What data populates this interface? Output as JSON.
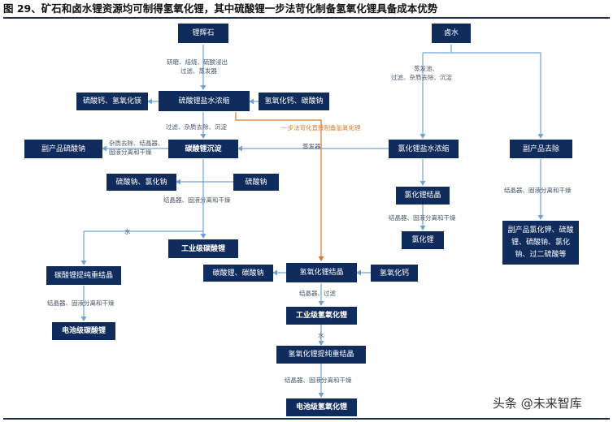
{
  "title": "图 29、矿石和卤水锂资源均可制得氢氧化锂，其中硫酸锂一步法苛化制备氢氧化锂具备成本优势",
  "nodes": {
    "spodumene": "锂辉石",
    "brine": "卤水",
    "li_sulfate_conc": "硫酸锂盐水浓缩",
    "caso4_mgoh": "硫酸钙、氢氧化镁",
    "caoh_na2co3": "氢氧化钙、碳酸钠",
    "byproduct_na2so4": "副产品硫酸钠",
    "li2co3_precip": "碳酸锂沉淀",
    "licl_conc": "氯化锂盐水浓缩",
    "byproduct_removal": "副产品去除",
    "na2so4_nacl": "硫酸钠、氯化钠",
    "na2so4": "硫酸钠",
    "licl_cryst": "氯化锂结晶",
    "licl": "氯化锂",
    "byproducts_list": "副产品氯化钾、硫酸锂、硫酸钠、氯化钠、过二硫酸等",
    "industrial_li2co3": "工业级碳酸锂",
    "li2co3_recryst": "碳酸锂提纯重结晶",
    "li2co3_na2co3": "碳酸锂、碳酸钠",
    "lioh_cryst": "氢氧化锂结晶",
    "caoh2": "氢氧化钙",
    "battery_li2co3": "电池级碳酸锂",
    "industrial_lioh": "工业级氢氧化锂",
    "lioh_recryst": "氢氧化锂提纯重结晶",
    "battery_lioh": "电池级氢氧化锂"
  },
  "labels": {
    "spod_step1": "研磨、焙烧、硫酸浸出",
    "spod_step2": "过滤、蒸发器",
    "brine_step1": "蒸发池、",
    "brine_step2": "过滤、杂质去除、沉淀",
    "sulfate_step": "过滤、杂质去除、沉淀",
    "one_step": "一步法苛化直接制备氢氧化锂",
    "precip_left1": "杂质去除、结晶器、",
    "precip_left2": "固液分离和干燥",
    "evaporator": "蒸发器",
    "cryst_step": "结晶器、固液分离和干燥",
    "licl_step": "结晶器、固液分离和干燥",
    "byprod_step": "结晶器、固液分离和干燥",
    "water1": "水",
    "recryst_step": "结晶器、固液分离和干燥",
    "lioh_step": "结晶器、过滤",
    "water2": "水",
    "lioh_final_step": "结晶器、固液分离和干燥"
  },
  "watermark": "头条 @未来智库",
  "colors": {
    "box": "#0f2c5c",
    "line": "#6fa3d6",
    "orange": "#d97a2b"
  }
}
